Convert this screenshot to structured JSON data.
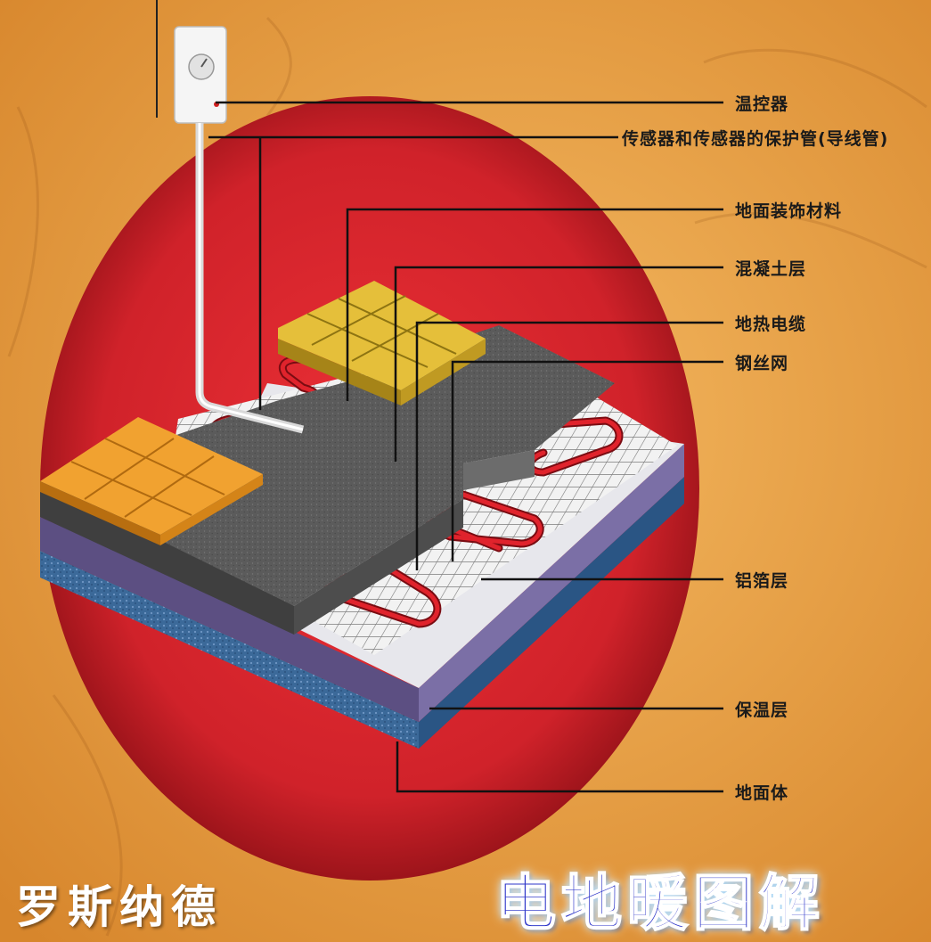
{
  "labels": {
    "thermostat": "温控器",
    "sensor_tube": "传感器和传感器的保护管(导线管)",
    "floor_finish": "地面装饰材料",
    "concrete": "混凝土层",
    "heating_cable": "地热电缆",
    "wire_mesh": "钢丝网",
    "aluminum_foil": "铝箔层",
    "insulation": "保温层",
    "ground_base": "地面体"
  },
  "brand": "罗斯纳德",
  "title": "电地暖图解",
  "colors": {
    "background": "#e89a3c",
    "circle": "#d8242b",
    "concrete": "#5a5a5a",
    "cable": "#d8202a",
    "tile_yellow": "#e8c440",
    "tile_orange": "#f0a030",
    "insulation": "#6a5c8a",
    "ground": "#3c6a9a",
    "foil": "#e6e6ea",
    "title_blue": "#2e36c9"
  }
}
